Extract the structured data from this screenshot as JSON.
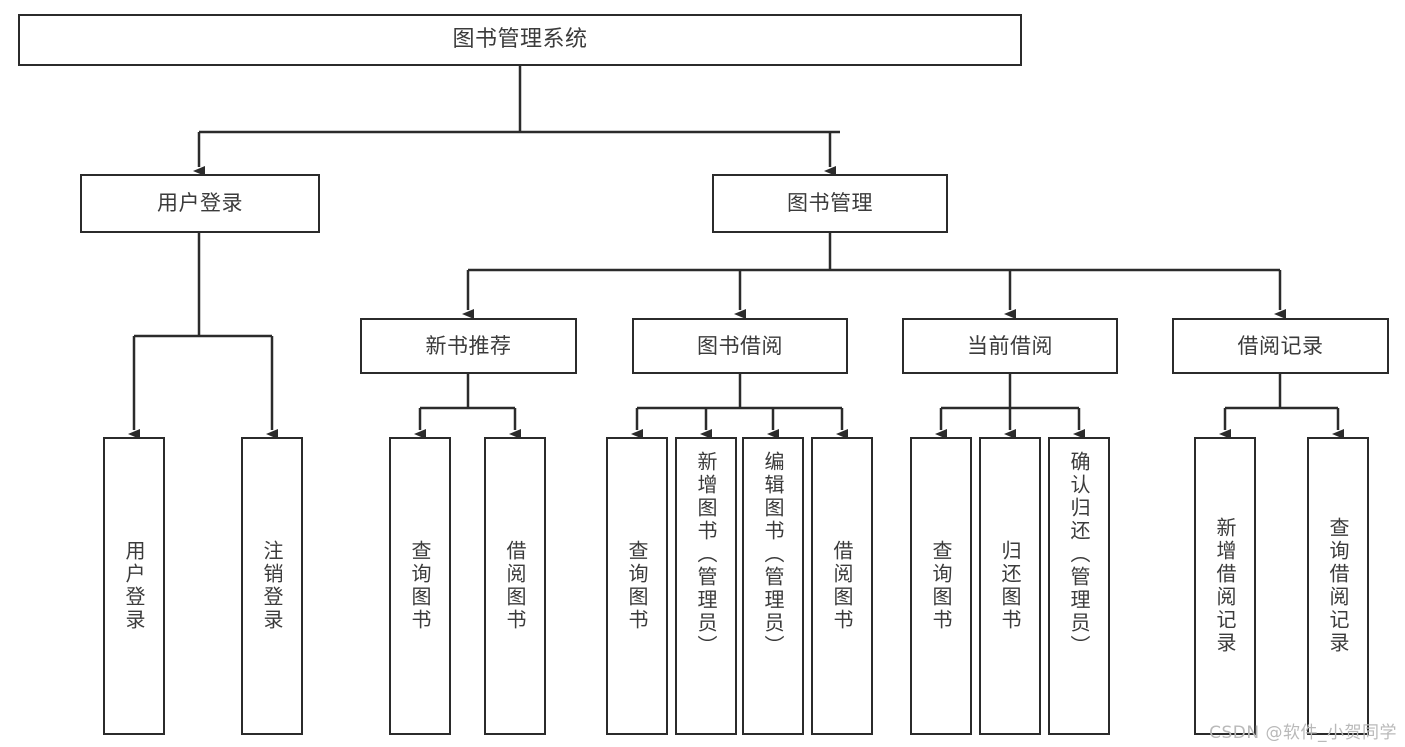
{
  "diagram": {
    "type": "tree-hierarchy-chart",
    "title": "图书管理系统",
    "colors": {
      "stroke": "#2b2b2b",
      "box_fill": "#ffffff",
      "text": "#3b3b3b",
      "background": "#ffffff",
      "watermark": "#b9b9b9"
    },
    "nodes": {
      "root": {
        "label": "图书管理系统"
      },
      "level2": [
        {
          "id": "user-login",
          "label": "用户登录"
        },
        {
          "id": "book-management",
          "label": "图书管理"
        }
      ],
      "level3": [
        {
          "id": "new-book-recommend",
          "label": "新书推荐"
        },
        {
          "id": "book-borrow",
          "label": "图书借阅"
        },
        {
          "id": "current-borrow",
          "label": "当前借阅"
        },
        {
          "id": "borrow-record",
          "label": "借阅记录"
        }
      ],
      "leaves": {
        "user-login": [
          {
            "id": "leaf-user-login",
            "label": "用户登录"
          },
          {
            "id": "leaf-logout-login",
            "label": "注销登录"
          }
        ],
        "new-book-recommend": [
          {
            "id": "leaf-query-book-1",
            "label": "查询图书"
          },
          {
            "id": "leaf-borrow-book-1",
            "label": "借阅图书"
          }
        ],
        "book-borrow": [
          {
            "id": "leaf-query-book-2",
            "label": "查询图书"
          },
          {
            "id": "leaf-add-book-admin",
            "label": "新增图书（管理员）"
          },
          {
            "id": "leaf-edit-book-admin",
            "label": "编辑图书（管理员）"
          },
          {
            "id": "leaf-borrow-book-2",
            "label": "借阅图书"
          }
        ],
        "current-borrow": [
          {
            "id": "leaf-query-book-3",
            "label": "查询图书"
          },
          {
            "id": "leaf-return-book",
            "label": "归还图书"
          },
          {
            "id": "leaf-confirm-return-admin",
            "label": "确认归还（管理员）"
          }
        ],
        "borrow-record": [
          {
            "id": "leaf-add-borrow-record",
            "label": "新增借阅记录"
          },
          {
            "id": "leaf-query-borrow-record",
            "label": "查询借阅记录"
          }
        ]
      }
    },
    "watermark": "CSDN @软件_小贺同学"
  }
}
